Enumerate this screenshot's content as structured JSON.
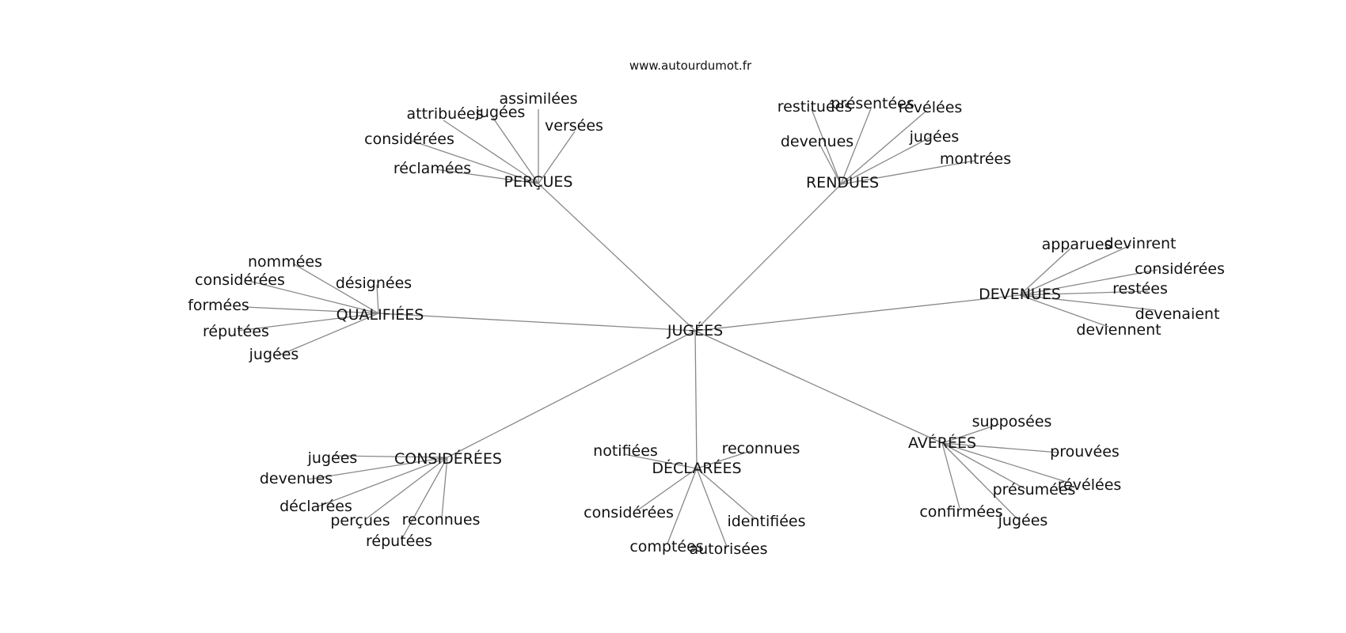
{
  "watermark": "www.autourdumot.fr",
  "colors": {
    "edge": "#888888",
    "text": "#111111",
    "background": "#ffffff"
  },
  "graph": {
    "root": "JUGÉES",
    "hubs": [
      {
        "id": "percues",
        "label": "PERÇUES",
        "leaves": [
          "assimilées",
          "jugées",
          "attribuées",
          "versées",
          "considérées",
          "réclamées"
        ]
      },
      {
        "id": "rendues",
        "label": "RENDUES",
        "leaves": [
          "restituées",
          "présentées",
          "révélées",
          "devenues",
          "jugées",
          "montrées"
        ]
      },
      {
        "id": "qualifiees",
        "label": "QUALIFIÉES",
        "leaves": [
          "nommées",
          "considérées",
          "désignées",
          "formées",
          "réputées",
          "jugées"
        ]
      },
      {
        "id": "devenues",
        "label": "DEVENUES",
        "leaves": [
          "apparues",
          "devinrent",
          "considérées",
          "restées",
          "devenaient",
          "deviennent"
        ]
      },
      {
        "id": "considerees",
        "label": "CONSIDÉRÉES",
        "leaves": [
          "jugées",
          "devenues",
          "déclarées",
          "perçues",
          "reconnues",
          "réputées"
        ]
      },
      {
        "id": "declarees",
        "label": "DÉCLARÉES",
        "leaves": [
          "notifiées",
          "reconnues",
          "considérées",
          "identifiées",
          "comptées",
          "autorisées"
        ]
      },
      {
        "id": "averees",
        "label": "AVÉRÉES",
        "leaves": [
          "supposées",
          "prouvées",
          "présumées",
          "révélées",
          "confirmées",
          "jugées"
        ]
      }
    ]
  }
}
